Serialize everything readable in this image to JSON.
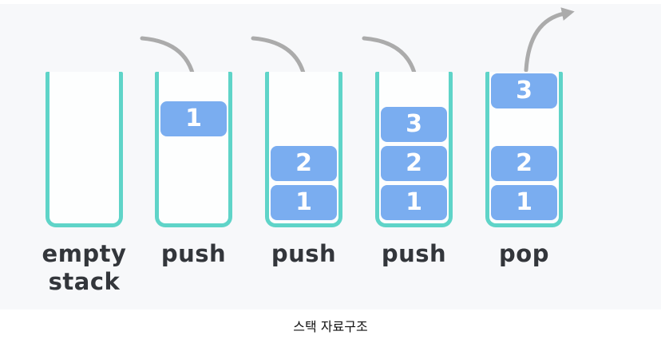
{
  "caption": "스택 자료구조",
  "stages": [
    {
      "name": "empty-stack",
      "label": "empty stack",
      "blocks": []
    },
    {
      "name": "push-first",
      "label": "push",
      "blocks": [
        {
          "value": "1"
        }
      ]
    },
    {
      "name": "push-second",
      "label": "push",
      "blocks": [
        {
          "value": "2"
        },
        {
          "value": "1"
        }
      ]
    },
    {
      "name": "push-third",
      "label": "push",
      "blocks": [
        {
          "value": "3"
        },
        {
          "value": "2"
        },
        {
          "value": "1"
        }
      ]
    },
    {
      "name": "pop",
      "label": "pop",
      "blocks": [
        {
          "value": "3"
        },
        {
          "value": "2"
        },
        {
          "value": "1"
        }
      ]
    }
  ],
  "icons": {
    "push_arrow": "curved-arrow-down",
    "pop_arrow": "curved-arrow-up-right"
  },
  "colors": {
    "panel_background": "#f7f8fa",
    "container_border": "#5fd4c8",
    "block_fill": "#7aadf0",
    "block_text": "#ffffff",
    "arrow": "#ababab",
    "label_text": "#33363b",
    "caption_text": "#111111"
  }
}
